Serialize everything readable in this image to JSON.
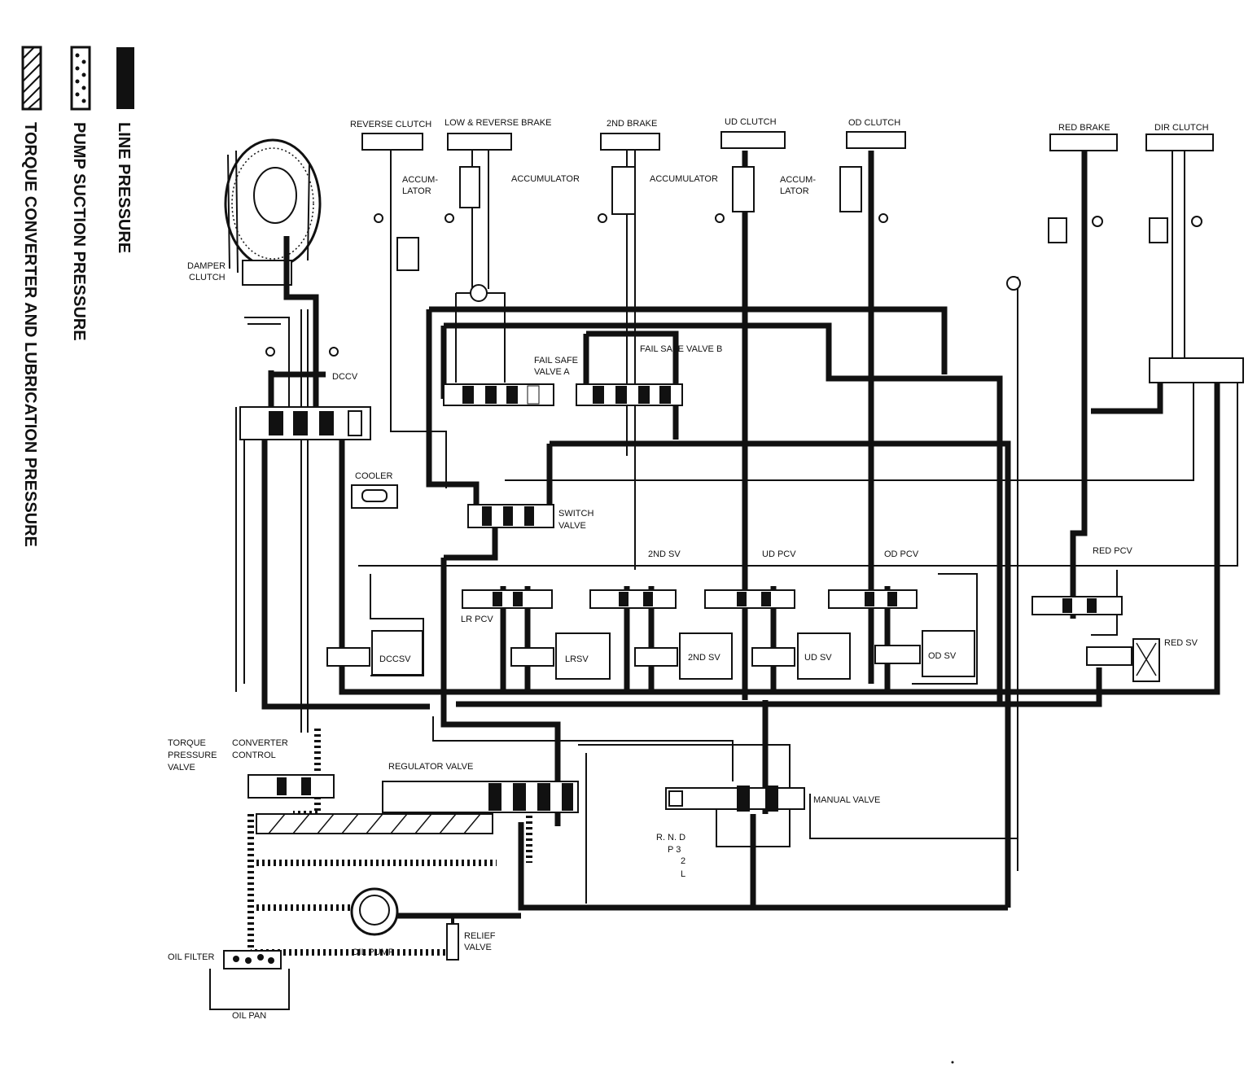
{
  "legend": {
    "line_pressure": "LINE PRESSURE",
    "pump_suction": "PUMP SUCTION PRESSURE",
    "torque_converter": "TORQUE CONVERTER AND LUBRICATION PRESSURE"
  },
  "top_labels": {
    "reverse_clutch": "REVERSE CLUTCH",
    "low_reverse_brake": "LOW &  REVERSE BRAKE",
    "second_brake": "2ND BRAKE",
    "ud_clutch": "UD CLUTCH",
    "od_clutch": "OD CLUTCH",
    "red_brake": "RED BRAKE",
    "dir_clutch": "DIR CLUTCH"
  },
  "accumulators": {
    "accum_1_line1": "ACCUM-",
    "accum_1_line2": "LATOR",
    "accum_2": "ACCUMULATOR",
    "accum_3": "ACCUMULATOR",
    "accum_4_line1": "ACCUM-",
    "accum_4_line2": "LATOR"
  },
  "labels": {
    "damper_clutch_1": "DAMPER",
    "damper_clutch_2": "CLUTCH",
    "dccv": "DCCV",
    "fail_safe_a_1": "FAIL SAFE",
    "fail_safe_a_2": "VALVE A",
    "fail_safe_b": "FAIL SAFE VALVE B",
    "cooler": "COOLER",
    "switch_valve_1": "SWITCH",
    "switch_valve_2": "VALVE",
    "second_sv_top": "2ND SV",
    "ud_pcv": "UD PCV",
    "od_pcv": "OD PCV",
    "red_pcv": "RED PCV",
    "lr_pcv": "LR PCV",
    "dccsv": "DCCSV",
    "lrsv": "LRSV",
    "second_sv": "2ND SV",
    "ud_sv": "UD SV",
    "od_sv": "OD SV",
    "red_sv": "RED SV",
    "torque_1": "TORQUE",
    "torque_2": "PRESSURE",
    "torque_3": "VALVE",
    "converter_1": "CONVERTER",
    "converter_2": "CONTROL",
    "regulator_valve": "REGULATOR VALVE",
    "manual_valve": "MANUAL VALVE",
    "gear_rnd": "R. N. D",
    "gear_p3": "P   3",
    "gear_2": "2",
    "gear_l": "L",
    "relief_1": "RELIEF",
    "relief_2": "VALVE",
    "oil_filter": "OIL FILTER",
    "oil_pump": "OIL PUMP",
    "oil_pan": "OIL PAN"
  }
}
